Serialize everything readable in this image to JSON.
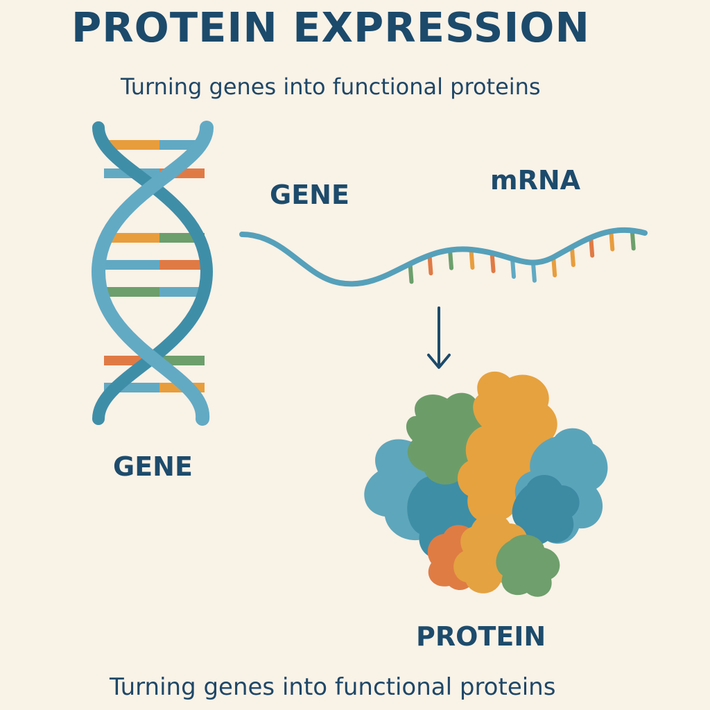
{
  "title": "PROTEIN EXPRESSION",
  "subtitle_top": "Turning genes into functional proteins",
  "subtitle_bottom": "Turning genes into functional proteins",
  "labels": {
    "gene_top": "GENE",
    "mrna": "mRNA",
    "gene_bottom": "GENE",
    "protein": "PROTEIN"
  },
  "icons": {
    "dna": "dna-double-helix-icon",
    "mrna": "mrna-strand-icon",
    "arrow": "arrow-down-icon",
    "protein": "folded-protein-icon"
  },
  "colors": {
    "background": "#f9f2e7",
    "text": "#1c4a6b",
    "strand": "#5ea7bf",
    "strand_dark": "#3f8ea8",
    "orange": "#e89d3c",
    "red_orange": "#e07a45",
    "green": "#6c9f6c",
    "teal": "#4f9cb0",
    "blue": "#61a9c3"
  }
}
